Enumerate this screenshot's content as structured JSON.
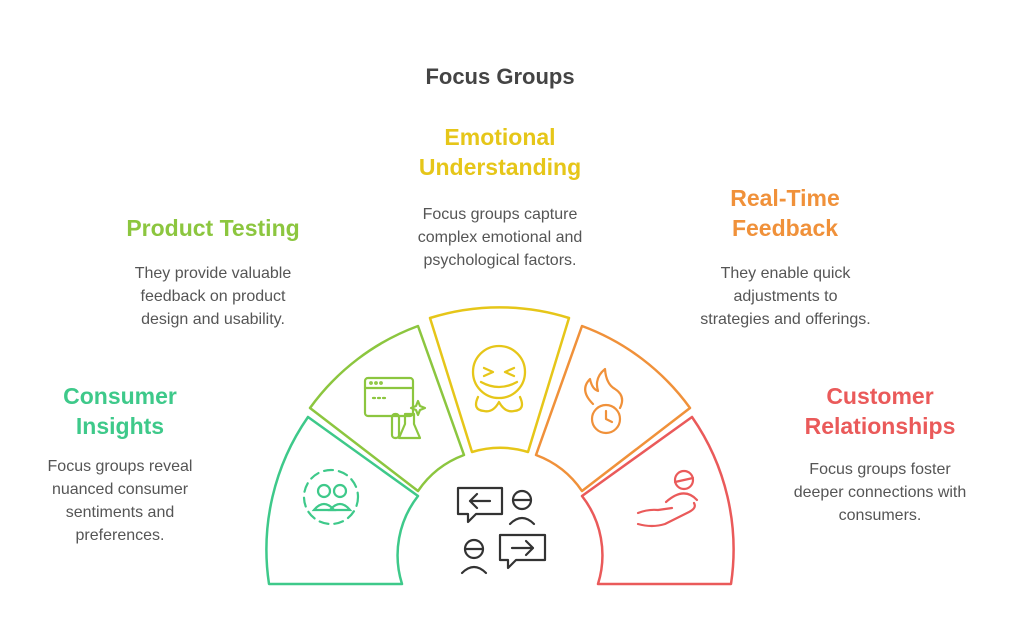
{
  "title": "Focus Groups",
  "segments": [
    {
      "heading": "Consumer\nInsights",
      "description": "Focus groups reveal\nnuanced consumer\nsentiments and\npreferences.",
      "color": "#3ec98a",
      "icon": "people-circle-icon"
    },
    {
      "heading": "Product Testing",
      "description": "They provide valuable\nfeedback on product\ndesign and usability.",
      "color": "#8cc63f",
      "icon": "browser-flask-icon"
    },
    {
      "heading": "Emotional\nUnderstanding",
      "description": "Focus groups capture\ncomplex emotional and\npsychological factors.",
      "color": "#e6c619",
      "icon": "emotion-face-icon"
    },
    {
      "heading": "Real-Time\nFeedback",
      "description": "They enable quick\nadjustments to\nstrategies and offerings.",
      "color": "#f0913a",
      "icon": "fire-clock-icon"
    },
    {
      "heading": "Customer\nRelationships",
      "description": "Focus groups foster\ndeeper connections with\nconsumers.",
      "color": "#ea5a5a",
      "icon": "hand-person-icon"
    }
  ],
  "center_icon": "conversation-icon"
}
